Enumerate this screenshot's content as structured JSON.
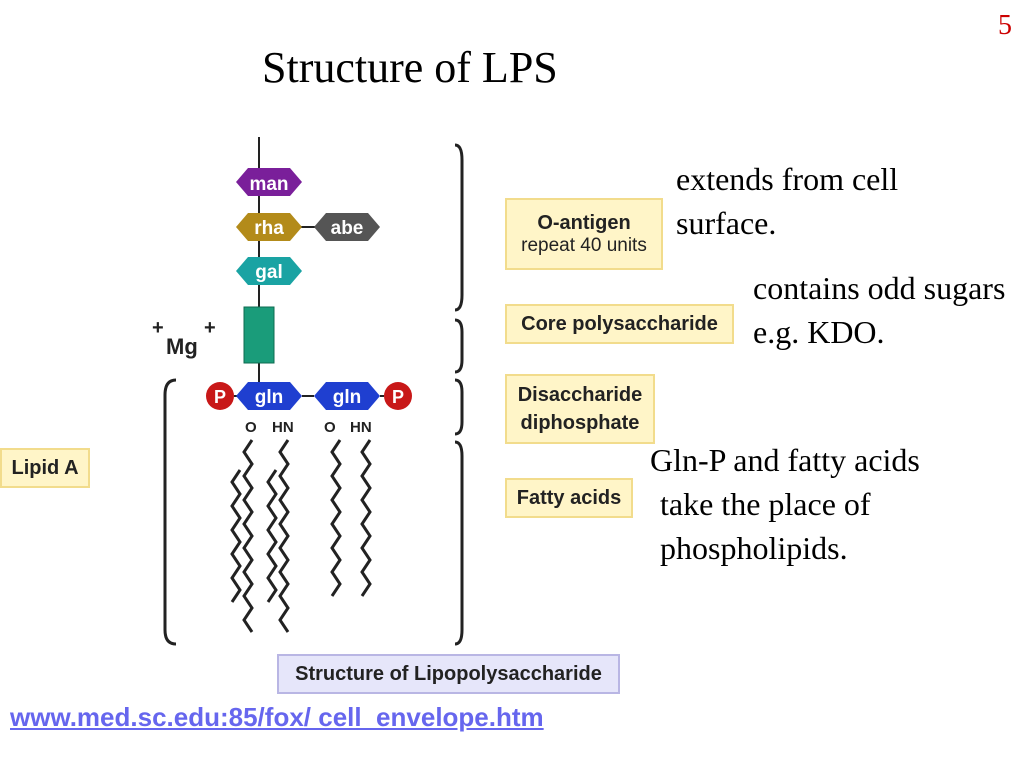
{
  "slide_number": "5",
  "title": "Structure of LPS",
  "notes": {
    "o_antigen": "extends from cell surface.",
    "core": "contains odd sugars e.g. KDO.",
    "lipid_line1": "Gln-P and fatty acids",
    "lipid_line2": "take the place of phospholipids."
  },
  "labels": {
    "o_antigen_title": "O-antigen",
    "o_antigen_sub": "repeat 40 units",
    "core": "Core polysaccharide",
    "disaccharide_line1": "Disaccharide",
    "disaccharide_line2": "diphosphate",
    "fatty_acids": "Fatty acids",
    "lipid_a": "Lipid A",
    "structure": "Structure of Lipopolysaccharide"
  },
  "molecules": {
    "man": "man",
    "rha": "rha",
    "abe": "abe",
    "gal": "gal",
    "gln_left": "gln",
    "gln_right": "gln",
    "p_left": "P",
    "p_right": "P",
    "mg": "Mg",
    "mg_plus_left": "+",
    "mg_plus_right": "+",
    "o_left": "O",
    "hn_left": "HN",
    "o_right": "O",
    "hn_right": "HN"
  },
  "colors": {
    "man": "#7a1f9a",
    "rha": "#b38b1a",
    "abe": "#555555",
    "gal": "#1aa3a3",
    "gln": "#1f3fd0",
    "phosphate": "#c81818",
    "core_block": "#1a9c7a",
    "slide_number": "#cc0000",
    "link": "#6666ee"
  },
  "link": "www.med.sc.edu:85/fox/ cell_envelope.htm"
}
